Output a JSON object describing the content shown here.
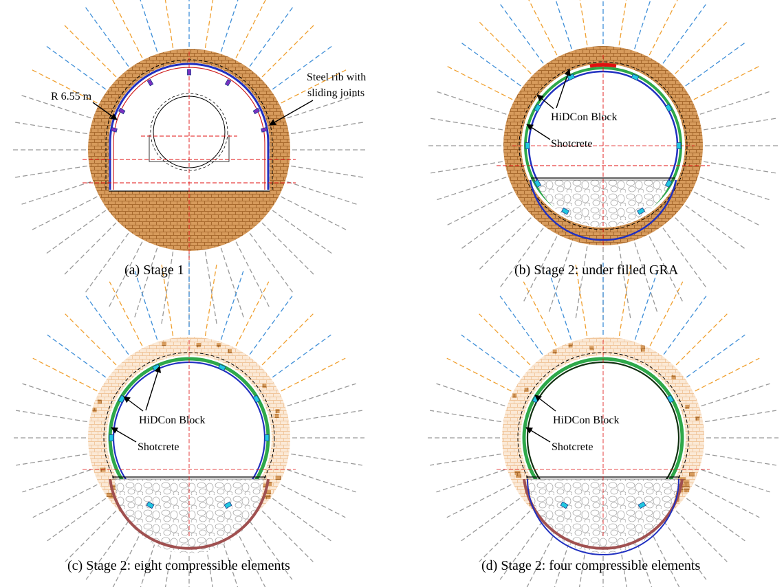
{
  "panels": [
    {
      "id": "a",
      "caption": "(a) Stage 1",
      "labels": [
        "R 6.55 m",
        "Steel rib with",
        "sliding joints"
      ]
    },
    {
      "id": "b",
      "caption": "(b) Stage 2: under filled GRA",
      "labels": [
        "HiDCon Block",
        "Shotcrete"
      ]
    },
    {
      "id": "c",
      "caption": "(c) Stage 2: eight compressible elements",
      "labels": [
        "HiDCon Block",
        "Shotcrete"
      ]
    },
    {
      "id": "d",
      "caption": "(d) Stage 2: four compressible elements",
      "labels": [
        "HiDCon Block",
        "Shotcrete"
      ]
    }
  ],
  "colors": {
    "rock_ring": "#c8894a",
    "rock_ring_faded": "#f2cfa8",
    "shotcrete": "#2ea84a",
    "steel_rib": "#2030c0",
    "hidcon_block": "#22c8e0",
    "bolt_orange": "#f0a030",
    "bolt_blue": "#3f8fd8",
    "bolt_gray": "#999999",
    "axis_red": "#e01010"
  }
}
